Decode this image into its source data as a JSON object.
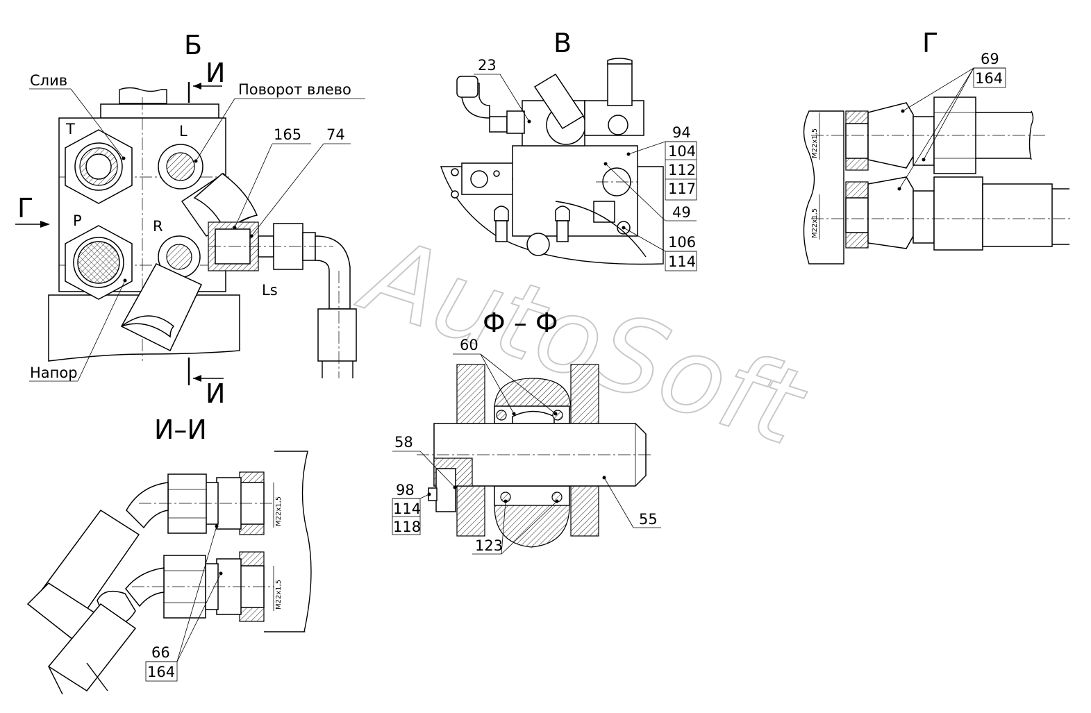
{
  "views": {
    "b": {
      "title": "Б",
      "labels": {
        "drain": "Слив",
        "turn_left": "Поворот влево",
        "pressure": "Напор",
        "port_t": "T",
        "port_l": "L",
        "port_p": "P",
        "port_r": "R",
        "port_ls": "Ls",
        "arrow_g": "Г",
        "section_top": "И",
        "section_bottom": "И"
      }
    },
    "v": {
      "title": "В"
    },
    "g": {
      "title": "Г"
    },
    "ii": {
      "title": "И–И"
    },
    "ff": {
      "title": "Ф – Ф"
    }
  },
  "callouts": {
    "c165": "165",
    "c74": "74",
    "c23": "23",
    "c94": "94",
    "c104": "104",
    "c112": "112",
    "c117": "117",
    "c49": "49",
    "c106": "106",
    "c114a": "114",
    "c69": "69",
    "c164a": "164",
    "c60": "60",
    "c58": "58",
    "c98": "98",
    "c114b": "114",
    "c118": "118",
    "c55": "55",
    "c123": "123",
    "c66": "66",
    "c164b": "164"
  },
  "threads": {
    "g1": "M22x1,5",
    "g2": "M22x1,5",
    "ii1": "M22x1,5",
    "ii2": "M22x1,5"
  },
  "watermark": "AutoSoft"
}
